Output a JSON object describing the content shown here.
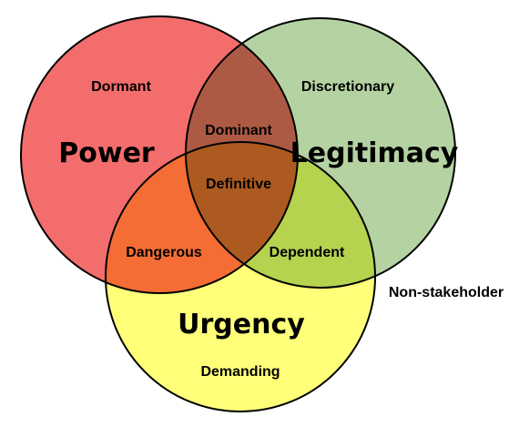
{
  "circles": [
    {
      "id": "power",
      "label": "Power",
      "color": "#f46d6d"
    },
    {
      "id": "legitimacy",
      "label": "Legitimacy",
      "color": "#b5d3a2"
    },
    {
      "id": "urgency",
      "label": "Urgency",
      "color": "#ffff7a"
    }
  ],
  "regions": {
    "dormant": "Dormant",
    "discretionary": "Discretionary",
    "dominant": "Dominant",
    "definitive": "Definitive",
    "dangerous": "Dangerous",
    "dependent": "Dependent",
    "demanding": "Demanding"
  },
  "outside": {
    "non_stakeholder": "Non-stakeholder"
  }
}
